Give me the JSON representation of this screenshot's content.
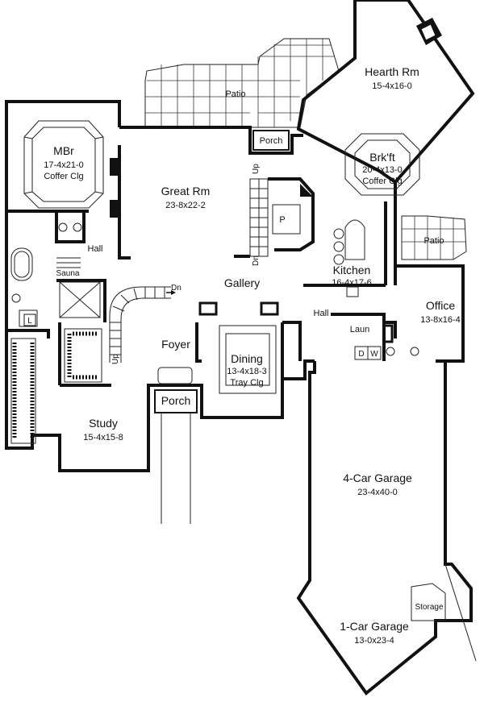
{
  "rooms": {
    "hearth": {
      "name": "Hearth Rm",
      "dims": "15-4x16-0"
    },
    "patio_top": {
      "name": "Patio"
    },
    "porch_top": {
      "name": "Porch"
    },
    "mbr": {
      "name": "MBr",
      "dims": "17-4x21-0",
      "note": "Coffer Clg"
    },
    "great": {
      "name": "Great Rm",
      "dims": "23-8x22-2"
    },
    "brkft": {
      "name": "Brk'ft",
      "dims": "20-4x13-0",
      "note": "Coffer Clg"
    },
    "hall_left": {
      "name": "Hall"
    },
    "sauna": {
      "name": "Sauna"
    },
    "gallery": {
      "name": "Gallery"
    },
    "kitchen": {
      "name": "Kitchen",
      "dims": "16-4x17-6"
    },
    "patio_right": {
      "name": "Patio"
    },
    "office": {
      "name": "Office",
      "dims": "13-8x16-4"
    },
    "hall_right": {
      "name": "Hall"
    },
    "laun": {
      "name": "Laun"
    },
    "foyer": {
      "name": "Foyer"
    },
    "dining": {
      "name": "Dining",
      "dims": "13-4x18-3",
      "note": "Tray Clg"
    },
    "porch_front": {
      "name": "Porch"
    },
    "study": {
      "name": "Study",
      "dims": "15-4x15-8"
    },
    "garage4": {
      "name": "4-Car Garage",
      "dims": "23-4x40-0"
    },
    "storage": {
      "name": "Storage"
    },
    "garage1": {
      "name": "1-Car Garage",
      "dims": "13-0x23-4"
    }
  },
  "markers": {
    "up": "Up",
    "dn": "Dn",
    "pantry": "P",
    "laundry_left": "L",
    "dryer": "D",
    "washer": "W"
  }
}
